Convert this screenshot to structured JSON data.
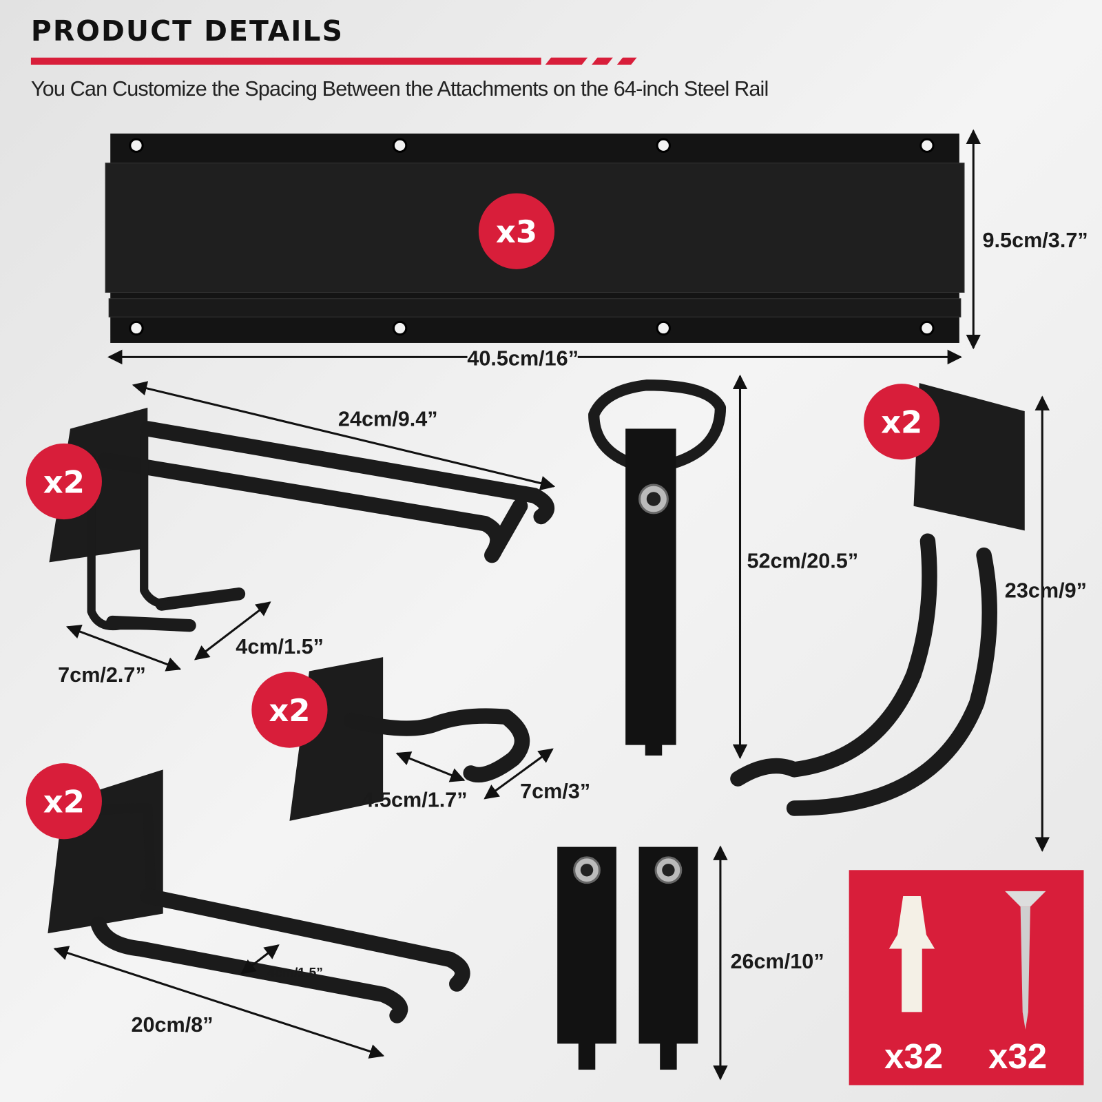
{
  "header": {
    "title": "PRODUCT DETAILS",
    "subtitle": "You Can Customize the Spacing Between the Attachments on the 64-inch Steel Rail",
    "accent_color": "#d81e3a"
  },
  "rail": {
    "quantity": "x3",
    "height_label": "9.5cm/3.7”",
    "width_label": "40.5cm/16”"
  },
  "double_hook": {
    "quantity": "x2",
    "length_label": "24cm/9.4”",
    "depth_label": "7cm/2.7”",
    "gap_label": "4cm/1.5”"
  },
  "small_hook": {
    "quantity": "x2",
    "opening_label": "4.5cm/1.7”",
    "depth_label": "7cm/3”"
  },
  "long_hook": {
    "quantity": "x2",
    "length_label": "20cm/8”",
    "gap_label": "4cm/1.5”"
  },
  "handle_strap": {
    "length_label": "52cm/20.5”"
  },
  "j_hook": {
    "quantity": "x2",
    "height_label": "23cm/9”"
  },
  "straps": {
    "length_label": "26cm/10”"
  },
  "hardware": {
    "anchor_quantity": "x32",
    "screw_quantity": "x32",
    "background_color": "#d81e3a"
  }
}
